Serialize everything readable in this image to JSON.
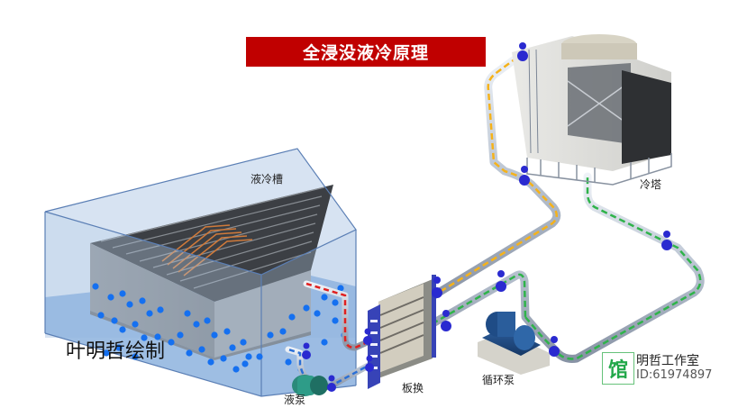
{
  "title": "全浸没液冷原理",
  "labels": {
    "tank": "液冷槽",
    "tower": "冷塔",
    "heat_exchanger": "板换",
    "circulation_pump": "循环泵",
    "liquid_pump": "液泵"
  },
  "author_credit": "叶明哲绘制",
  "watermark": {
    "glyph": "馆",
    "name": "明哲工作室",
    "id": "ID:61974897"
  },
  "colors": {
    "banner": "#c00000",
    "hot_loop": "#e02020",
    "cold_loop": "#2a6fd6",
    "tower_supply": "#f5b21a",
    "tower_return": "#2fb34a",
    "valve": "#2a2ad0",
    "coolant_bubble": "#1570f0"
  }
}
